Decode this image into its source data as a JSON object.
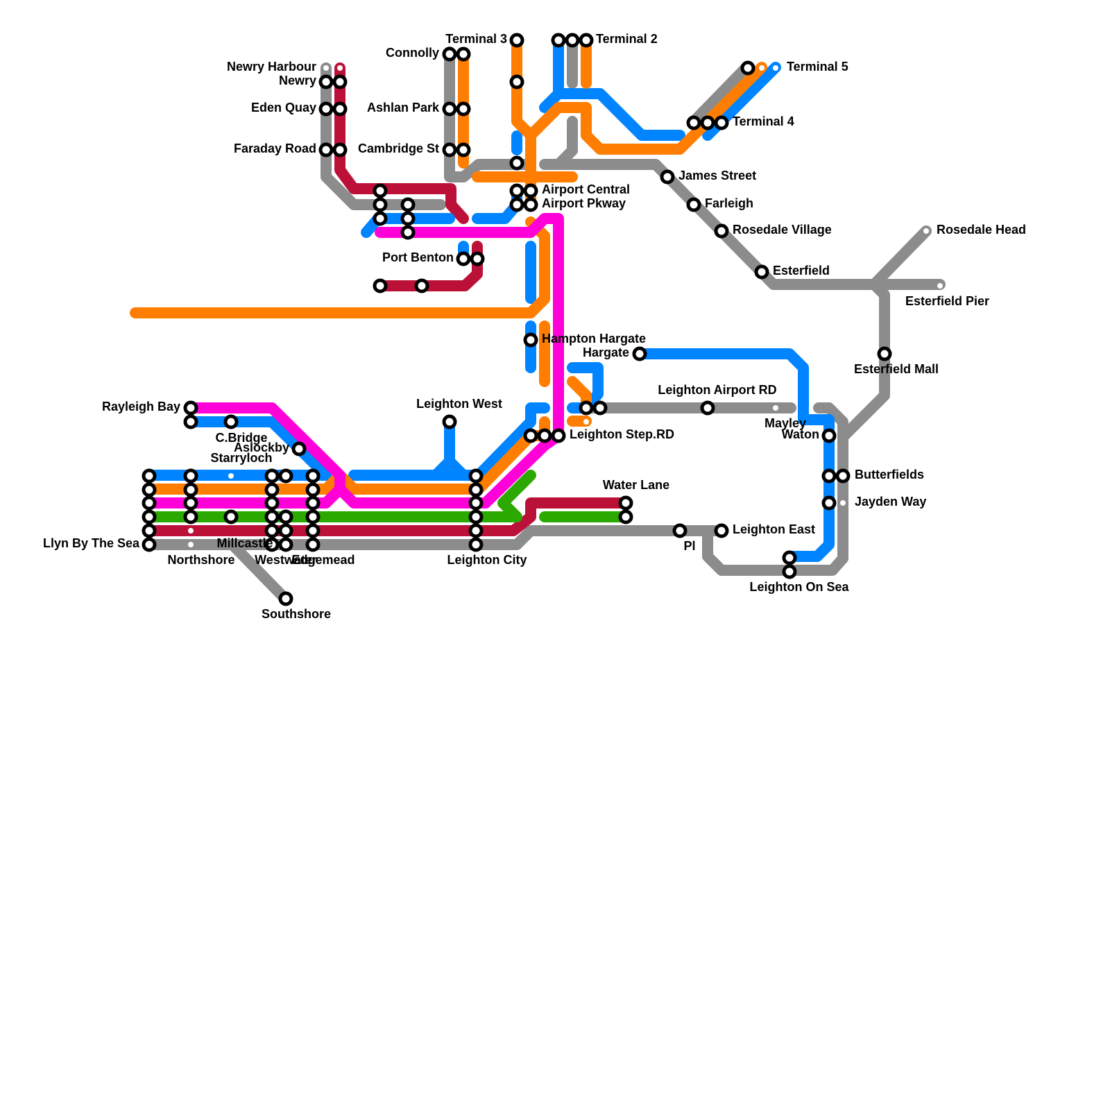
{
  "colors": {
    "grey": "#8c8c8c",
    "crimson": "#bb1139",
    "blue": "#0084ff",
    "orange": "#ff7d00",
    "magenta": "#ff00d8",
    "green": "#2ca900"
  },
  "stations": {
    "newry_harbour": "Newry Harbour",
    "newry": "Newry",
    "eden_quay": "Eden Quay",
    "faraday_road": "Faraday Road",
    "connolly": "Connolly",
    "ashlan_park": "Ashlan Park",
    "cambridge_st": "Cambridge St",
    "terminal_3": "Terminal 3",
    "terminal_2": "Terminal 2",
    "terminal_5": "Terminal 5",
    "terminal_4": "Terminal 4",
    "airport_central": "Airport Central",
    "airport_pkway": "Airport Pkway",
    "james_street": "James Street",
    "farleigh": "Farleigh",
    "rosedale_village": "Rosedale Village",
    "esterfield": "Esterfield",
    "rosedale_head": "Rosedale Head",
    "esterfield_pier": "Esterfield Pier",
    "esterfield_mall": "Esterfield Mall",
    "port_benton": "Port Benton",
    "hampton_hargate": "Hampton Hargate",
    "hargate": "Hargate",
    "leighton_airport_rd": "Leighton Airport RD",
    "mayley": "Mayley",
    "waton": "Waton",
    "butterfields": "Butterfields",
    "jayden_way": "Jayden Way",
    "leighton_east": "Leighton East",
    "leighton_on_sea": "Leighton On Sea",
    "pl": "Pl",
    "water_lane": "Water Lane",
    "leighton_step_rd": "Leighton Step.RD",
    "leighton_west": "Leighton West",
    "leighton_city": "Leighton City",
    "rayleigh_bay": "Rayleigh Bay",
    "c_bridge": "C.Bridge",
    "starryloch": "Starryloch",
    "aslockby": "Aslockby",
    "llyn_by_the_sea": "Llyn By The Sea",
    "northshore": "Northshore",
    "millcastle": "Millcastle",
    "westwater": "Westwater",
    "edgemead": "Edgemead",
    "southshore": "Southshore"
  }
}
